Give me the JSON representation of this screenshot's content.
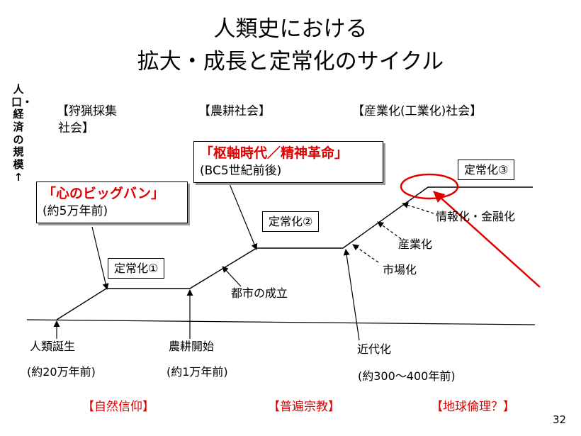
{
  "title": {
    "line1": "人類史における",
    "line2": "拡大・成長と定常化のサイクル"
  },
  "y_axis_label": "人口・経済の規模↑",
  "eras": {
    "hunting": {
      "line1": "【狩猟採集",
      "line2": "社会】"
    },
    "farming": "【農耕社会】",
    "industrial": "【産業化(工業化)社会】"
  },
  "stages": {
    "s1": "定常化①",
    "s2": "定常化②",
    "s3": "定常化③"
  },
  "callouts": {
    "big_bang": {
      "headline": "「心のビッグバン」",
      "sub": "(約5万年前)"
    },
    "axial": {
      "headline": "「枢軸時代／精神革命」",
      "sub": "(BC5世紀前後)"
    }
  },
  "events": {
    "birth": {
      "name": "人類誕生",
      "date": "(約20万年前)"
    },
    "agri": {
      "name": "農耕開始",
      "date": "(約1万年前)"
    },
    "modern": {
      "name": "近代化",
      "date": "(約300～400年前)"
    },
    "city": "都市の成立",
    "market": "市場化",
    "industry": "産業化",
    "finance": "情報化・金融化"
  },
  "religions": {
    "r1": "【自然信仰】",
    "r2": "【普遍宗教】",
    "r3": "【地球倫理？】"
  },
  "page_number": "32",
  "colors": {
    "accent": "#e00000",
    "ink": "#000000",
    "shadow": "#9a9a9a"
  }
}
